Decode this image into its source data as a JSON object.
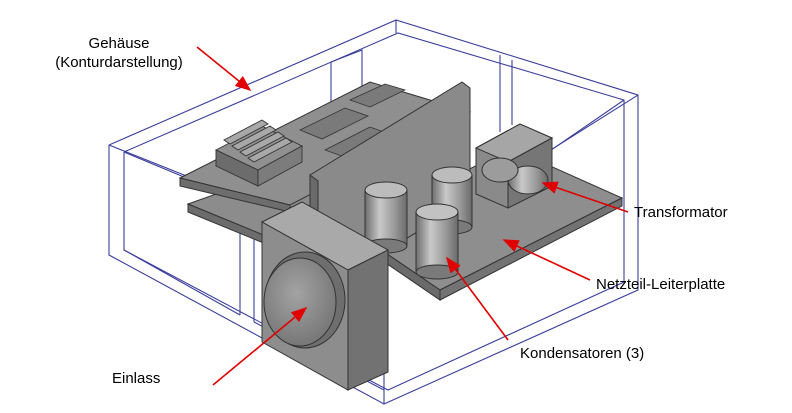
{
  "labels": {
    "housing_line1": "Gehäuse",
    "housing_line2": "(Konturdarstellung)",
    "transformer": "Transformator",
    "psu_board": "Netzteil-Leiterplatte",
    "capacitors": "Kondensatoren (3)",
    "inlet": "Einlass"
  },
  "colors": {
    "outline": "#3b3f9c",
    "arrow": "#e00000",
    "part_fill": "#8e8e8e",
    "part_dark": "#6f6f6f",
    "part_light": "#bdbdbd",
    "part_stroke": "#333333"
  }
}
